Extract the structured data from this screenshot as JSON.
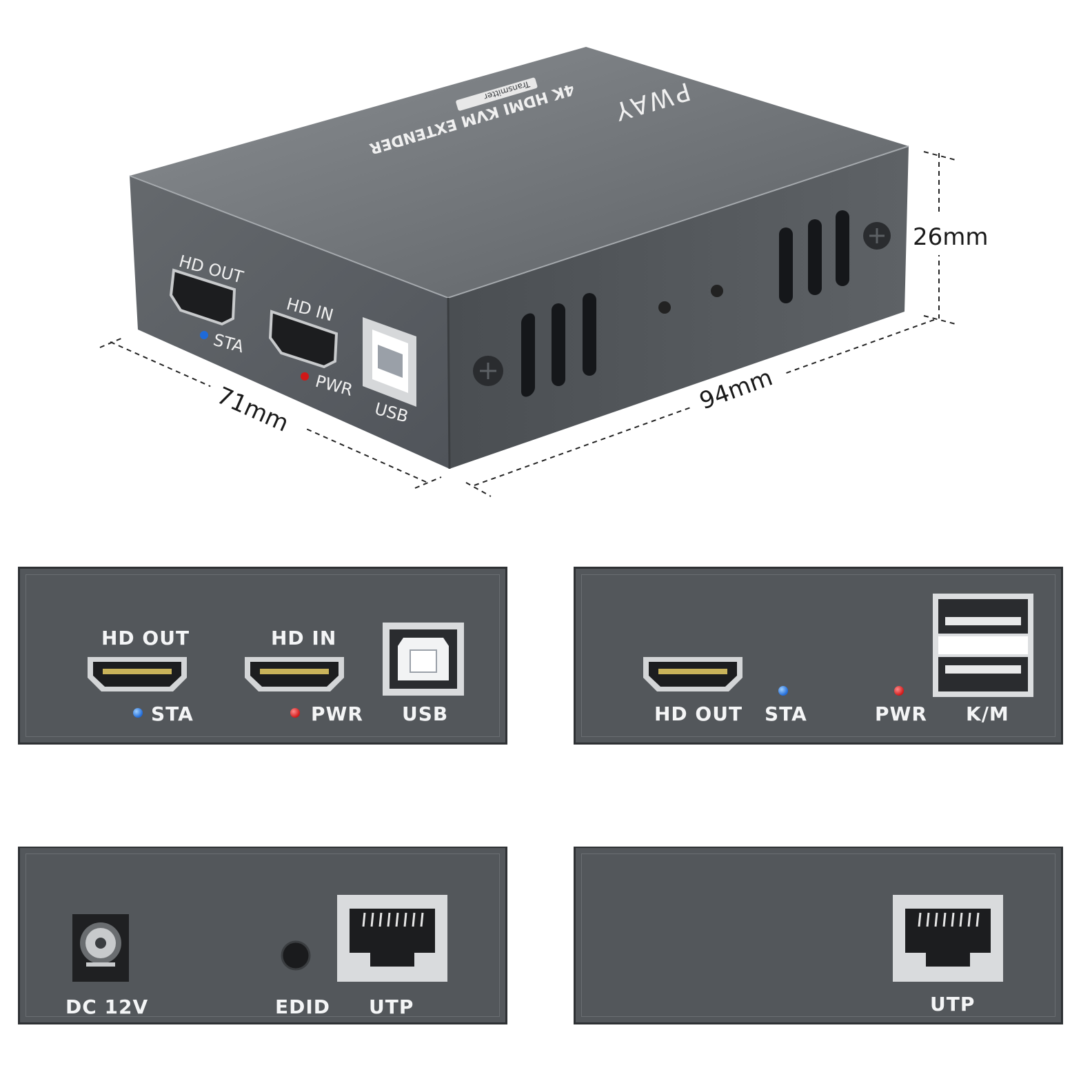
{
  "product": {
    "brand": "PWAY",
    "model_line": "4K HDMI KVM EXTENDER",
    "unit_badge": "Transmitter",
    "dimensions": {
      "width": "94mm",
      "depth": "71mm",
      "height": "26mm"
    },
    "iso_labels": {
      "hd_out": "HD OUT",
      "sta": "STA",
      "hd_in": "HD IN",
      "pwr": "PWR",
      "usb": "USB"
    }
  },
  "transmitter_front": {
    "hd_out": "HD OUT",
    "hd_in": "HD IN",
    "sta": "STA",
    "pwr": "PWR",
    "usb": "USB"
  },
  "receiver_front": {
    "hd_out": "HD OUT",
    "sta": "STA",
    "pwr": "PWR",
    "km": "K/M"
  },
  "transmitter_back": {
    "dc": "DC 12V",
    "edid": "EDID",
    "utp": "UTP"
  },
  "receiver_back": {
    "utp": "UTP"
  },
  "colors": {
    "housing": "#53575b",
    "led_blue": "#1f6ad8",
    "led_red": "#d01818",
    "text": "#f4f5f6"
  }
}
